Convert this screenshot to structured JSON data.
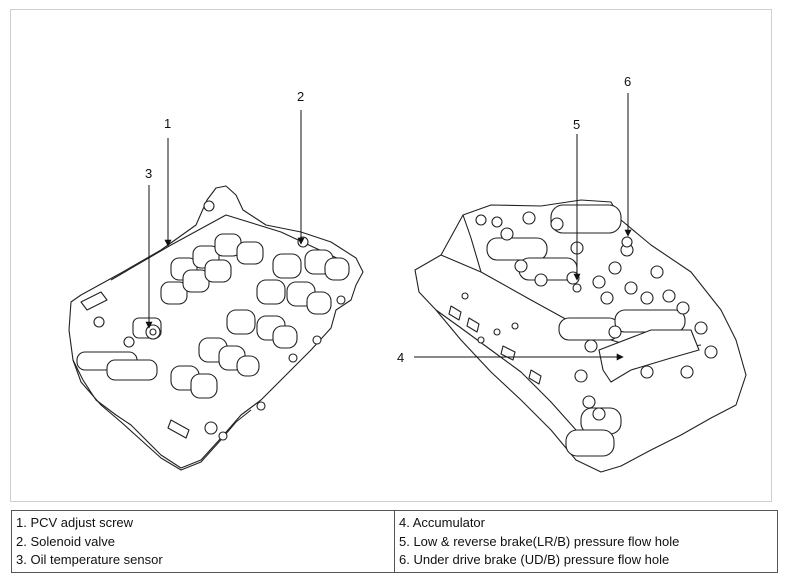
{
  "callouts": [
    "1",
    "2",
    "3",
    "4",
    "5",
    "6"
  ],
  "legend": {
    "left": [
      "1. PCV adjust screw",
      "2. Solenoid valve",
      "3. Oil temperature sensor"
    ],
    "right": [
      "4. Accumulator",
      "5. Low & reverse brake(LR/B) pressure flow hole",
      "6. Under drive brake (UD/B) pressure flow hole"
    ]
  }
}
